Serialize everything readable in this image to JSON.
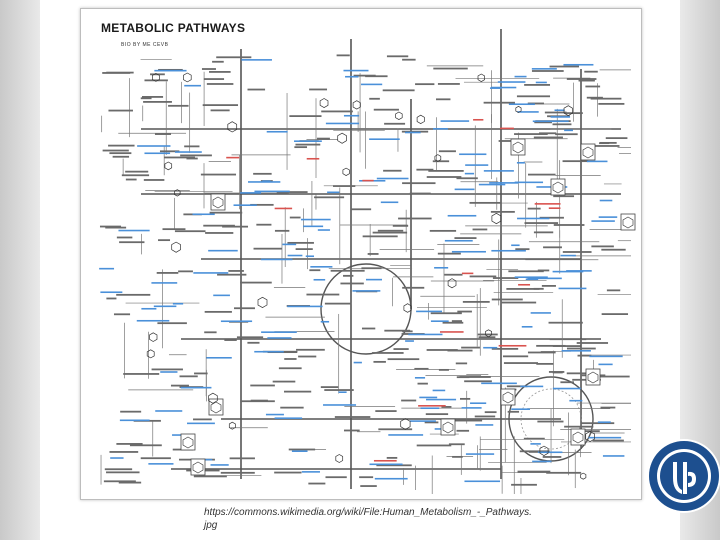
{
  "slide": {
    "source_caption": "https://commons.wikimedia.org/wiki/File:Human_Metabolism_-_Pathways.jpg"
  },
  "poster": {
    "title": "METABOLIC PATHWAYS",
    "subtitle": "BIO BY ME CEVB"
  },
  "colors": {
    "line": "#555555",
    "enzyme_label": "#4a90d9",
    "highlight": "#d9534f",
    "logo_blue": "#1d4f8f"
  },
  "logo": {
    "icon": "university-emblem-icon"
  }
}
